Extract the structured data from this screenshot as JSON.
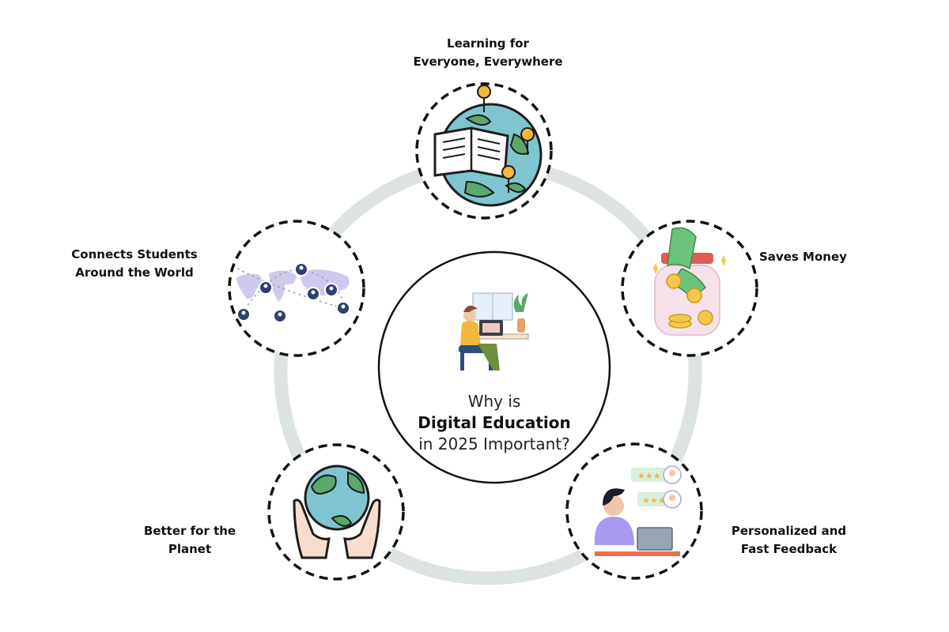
{
  "center": {
    "line1": "Why is",
    "line2": "Digital Education",
    "line3": "in 2025 Important?"
  },
  "nodes": [
    {
      "id": "learning",
      "lines": [
        "Learning for",
        "Everyone, Everywhere"
      ],
      "icon": "globe-book-icon"
    },
    {
      "id": "money",
      "lines": [
        "Saves Money"
      ],
      "icon": "money-jar-icon"
    },
    {
      "id": "feedback",
      "lines": [
        "Personalized and",
        "Fast Feedback"
      ],
      "icon": "laptop-feedback-icon"
    },
    {
      "id": "planet",
      "lines": [
        "Better for the",
        "Planet"
      ],
      "icon": "hands-earth-icon"
    },
    {
      "id": "connect",
      "lines": [
        "Connects Students",
        "Around the World"
      ],
      "icon": "world-network-icon"
    }
  ],
  "colors": {
    "ring": "#dde3e3",
    "ocean": "#7fc5cf",
    "land": "#5aa86a",
    "pin": "#f5b73b",
    "money": "#6cc47a",
    "coin": "#f5c84b",
    "jar": "#f6e1ea",
    "map": "#cfc9ec",
    "person": "#6f86c6"
  }
}
